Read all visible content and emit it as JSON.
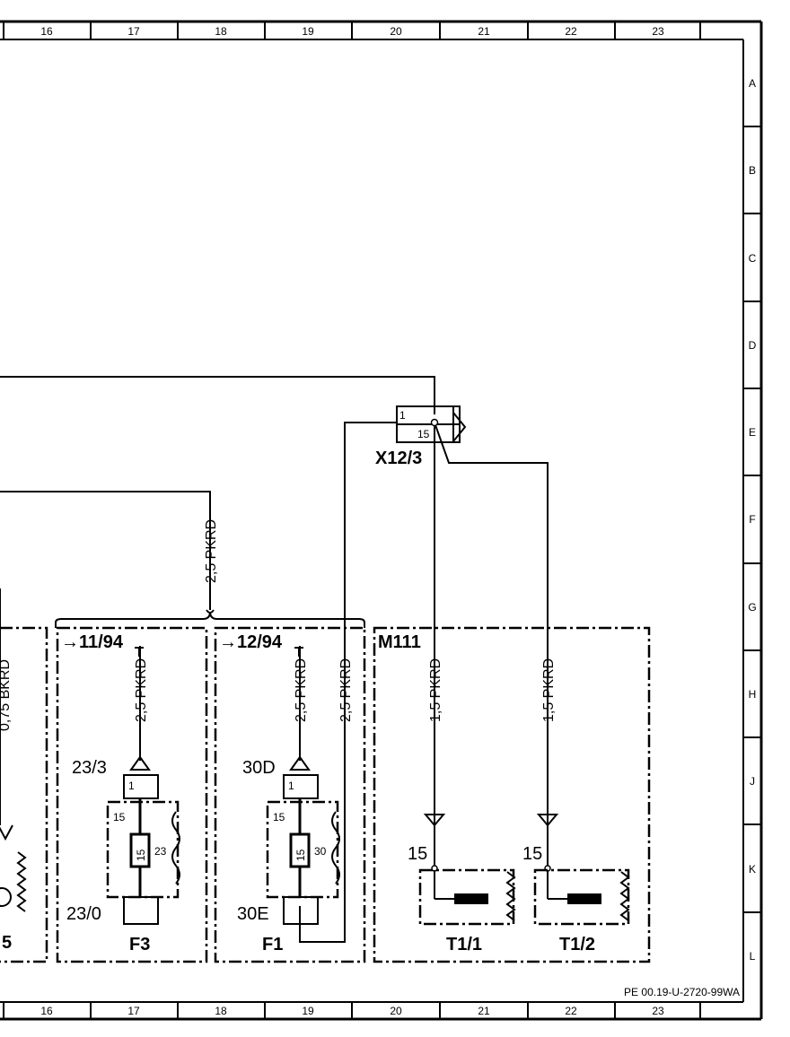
{
  "grid": {
    "columns": [
      "16",
      "17",
      "18",
      "19",
      "20",
      "21",
      "22",
      "23"
    ],
    "rows": [
      "A",
      "B",
      "C",
      "D",
      "E",
      "F",
      "G",
      "H",
      "J",
      "K",
      "L"
    ]
  },
  "connector": {
    "id": "X12/3",
    "pin_top": "1",
    "pin_bottom": "15"
  },
  "wires": {
    "main_feed": "2,5 PKRD",
    "f3_wire": "2,5 PKRD",
    "f1_wire": "2,5 PKRD",
    "f1_return": "2,5 PKRD",
    "left_wire": "0,75 BKRD",
    "t11_wire": "1,5 PKRD",
    "t12_wire": "1,5 PKRD"
  },
  "fuse_boxes": [
    {
      "ref": "→11/94",
      "id": "F3",
      "in_label": "23/3",
      "out_label": "23/0",
      "pin": "1",
      "inner_pin": "15",
      "fuse_value": "15",
      "fuse_no": "23"
    },
    {
      "ref": "→12/94",
      "id": "F1",
      "in_label": "30D",
      "out_label": "30E",
      "pin": "1",
      "inner_pin": "15",
      "fuse_value": "15",
      "fuse_no": "30"
    }
  ],
  "module": {
    "name": "M111",
    "components": [
      {
        "id": "T1/1",
        "pin": "15"
      },
      {
        "id": "T1/2",
        "pin": "15"
      }
    ]
  },
  "partial_component_label": "5",
  "document_code": "PE 00.19-U-2720-99WA"
}
